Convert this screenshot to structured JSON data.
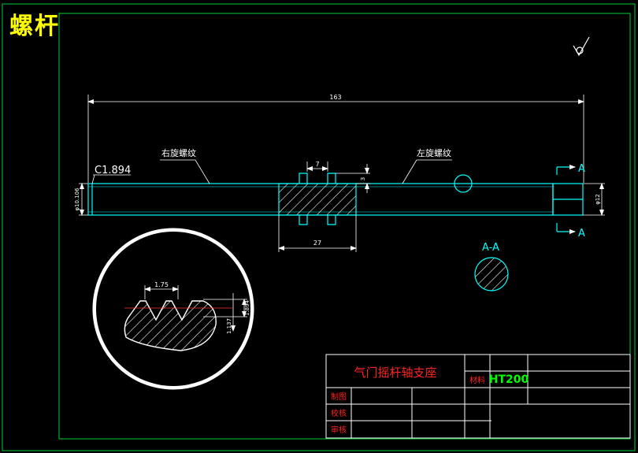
{
  "drawing_title": "螺杆",
  "dims": {
    "overall_length": "163",
    "chamfer": "C1.894",
    "left_diameter": "φ10.106",
    "right_diameter": "φ12",
    "groove_width": "7",
    "groove_depth": "3",
    "knurl_length": "27",
    "pitch": "1.75",
    "thread_depth": "1.894",
    "root_radius": "1.137"
  },
  "labels": {
    "right_thread": "右旋螺纹",
    "left_thread": "左旋螺纹",
    "section_mark": "A",
    "section_title": "A-A"
  },
  "title_block": {
    "part_name": "气门摇杆轴支座",
    "material_label": "材料",
    "material_value": "HT200",
    "drawn_label": "制图",
    "checked_label": "校核",
    "approved_label": "审核"
  }
}
